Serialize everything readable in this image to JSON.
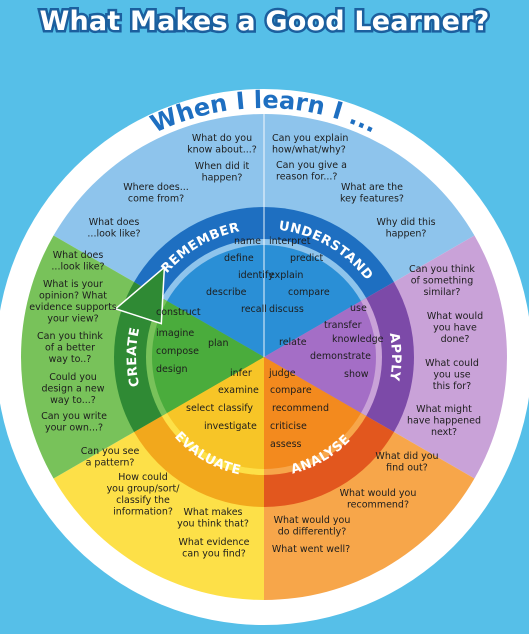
{
  "title": "What Makes a Good Learner?",
  "subtitle": "When I learn I ...",
  "colors": {
    "background": "#56bfe8",
    "remember_outer": "#8ec4ec",
    "remember_inner": "#2a8fd6",
    "remember_ring": "#1e6fc1",
    "understand_outer": "#8ec4ec",
    "understand_inner": "#2a8fd6",
    "understand_ring": "#1e6fc1",
    "apply_outer": "#c9a2d8",
    "apply_inner": "#a46ec6",
    "apply_ring": "#7c4aa8",
    "analyse_outer": "#f7a64a",
    "analyse_inner": "#f38a1e",
    "analyse_ring": "#e2571e",
    "evaluate_outer": "#fde048",
    "evaluate_inner": "#f7c527",
    "evaluate_ring": "#f2a81c",
    "create_outer": "#78c25a",
    "create_inner": "#4aac3c",
    "create_ring": "#2f8a34"
  },
  "categories": [
    {
      "key": "remember",
      "label": "REMEMBER",
      "keywords": [
        "name",
        "define",
        "identify",
        "describe",
        "recall"
      ],
      "questions": [
        "What do you know about...?",
        "When did it happen?",
        "Where does... come from?",
        "What does ...look like?"
      ]
    },
    {
      "key": "understand",
      "label": "UNDERSTAND",
      "keywords": [
        "interpret",
        "predict",
        "explain",
        "compare",
        "discuss"
      ],
      "questions": [
        "Can you explain how/what/why?",
        "Can you give a reason for...?",
        "What are the key features?",
        "Why did this happen?"
      ]
    },
    {
      "key": "apply",
      "label": "APPLY",
      "keywords": [
        "use",
        "transfer",
        "relate",
        "knowledge",
        "demonstrate",
        "show"
      ],
      "questions": [
        "Can you think of something similar?",
        "What would you have done?",
        "What could you use this for?",
        "What might have happened next?"
      ]
    },
    {
      "key": "analyse",
      "label": "ANALYSE",
      "keywords": [
        "judge",
        "compare",
        "recommend",
        "criticise",
        "assess"
      ],
      "questions": [
        "What did you find out?",
        "What would you recommend?",
        "What would you do differently?",
        "What went well?"
      ]
    },
    {
      "key": "evaluate",
      "label": "EVALUATE",
      "keywords": [
        "infer",
        "examine",
        "select",
        "classify",
        "investigate"
      ],
      "questions": [
        "Can you see a pattern?",
        "How could you group/sort/ classify the information?",
        "What makes you think that?",
        "What evidence can you find?"
      ]
    },
    {
      "key": "create",
      "label": "CREATE",
      "keywords": [
        "construct",
        "imagine",
        "compose",
        "design",
        "plan"
      ],
      "questions": [
        "What does ...look like?",
        "What is your opinion? What evidence supports your view?",
        "Can you think of a better way to..?",
        "Could you design a new way to...?",
        "Can you write your own...?"
      ]
    }
  ]
}
